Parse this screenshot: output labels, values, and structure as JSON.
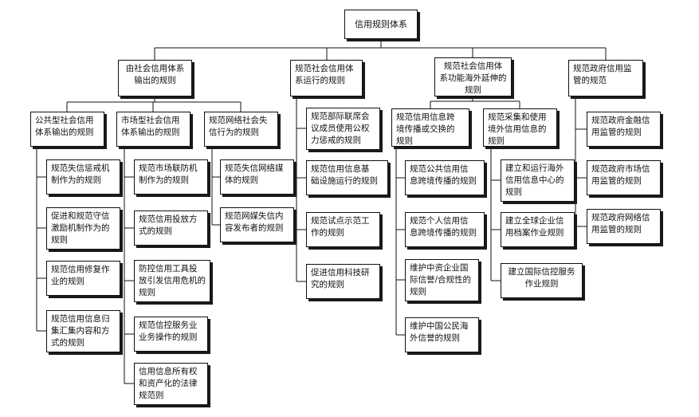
{
  "root": "信用规则体系",
  "level1": [
    "由社会信用体系\n输出的规则",
    "规范社会信用体\n系运行的规则",
    "规范社会信用体\n系功能海外延伸的\n规则",
    "规范政府信用监\n管的规范"
  ],
  "level2": [
    "公共型社会信用\n体系输出的规则",
    "市场型社会信用\n体系输出的规则",
    "规范网络社会失\n信行为的规则",
    "规范信用信息跨\n境传播或交换的\n规则",
    "规范采集和使用\n境外信用信息的\n规则"
  ],
  "leaves": {
    "public_type": [
      "规范失信惩戒机\n制作为的规则",
      "促进和规范守信\n激励机制作为的\n规则",
      "规范信用修复作\n业的规则",
      "规范信用信息归\n集汇集内容和方\n式的规则"
    ],
    "market_type": [
      "规范市场联防机\n制作为的规则",
      "规范信用投放方\n式的规则",
      "防控信用工具投\n放引发信用危机的\n规则",
      "规范信控服务业\n业务操作的规则",
      "信用信息所有权\n和资产化的法律\n规范则"
    ],
    "network": [
      "规范失信网络媒\n体的规则",
      "规范网媒失信内\n容发布者的规则"
    ],
    "operation": [
      "规范部际联席会\n议成员使用公权\n力惩戒的规则",
      "规范信用信息基\n础设施运行的规则",
      "规范试点示范工\n作的规则",
      "促进信用科技研\n究的规则"
    ],
    "cross_border": [
      "规范公共信用信\n息跨境传播的规则",
      "规范个人信用信\n息跨境传播的规则",
      "维护中资企业国\n际信誉/合规性的\n规则",
      "维护中国公民海\n外信誉的规则"
    ],
    "foreign_info": [
      "建立和运行海外\n信用信息中心的\n规则",
      "建立全球企业信\n用档案作业规则",
      "建立国际信控服务\n作业规则"
    ],
    "gov_supervision": [
      "规范政府金融信\n用监管的规则",
      "规范政府市场信\n用监管的规则",
      "规范政府网络信\n用监管的规则"
    ]
  }
}
